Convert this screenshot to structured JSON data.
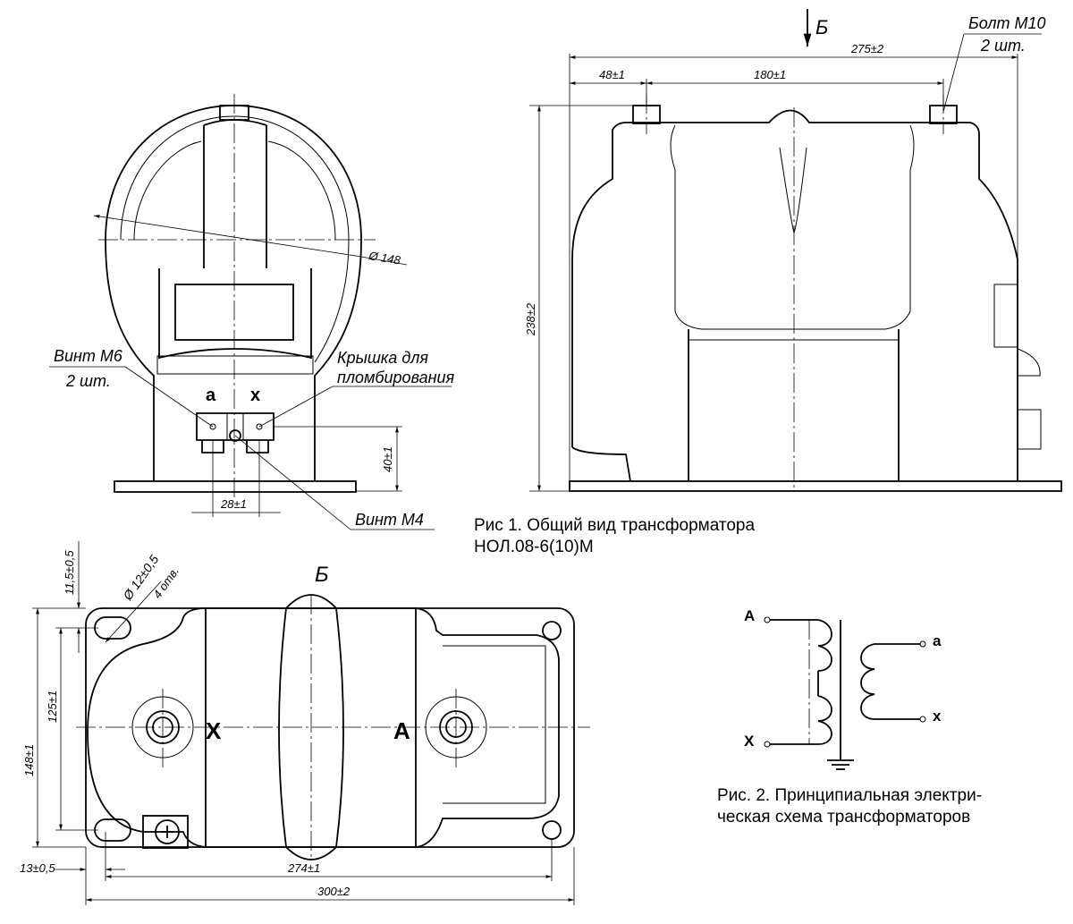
{
  "view_b_arrow_label": "Б",
  "view_b_title": "Б",
  "callouts": {
    "bolt": [
      "Болт М10",
      "2 шт."
    ],
    "screw_m6": [
      "Винт М6",
      "2 шт."
    ],
    "cover": [
      "Крышка для",
      "пломбирования"
    ],
    "screw_m4": "Винт М4",
    "diameter_148": "Ø 148",
    "holes": [
      "Ø 12±0,5",
      "4 отв."
    ]
  },
  "terminal_labels": {
    "a_small": "a",
    "x_small": "x",
    "X_big": "X",
    "A_big": "A"
  },
  "dimensions": {
    "d275": "275±2",
    "d48": "48±1",
    "d180": "180±1",
    "d238": "238±2",
    "d40": "40±1",
    "d28": "28±1",
    "d11_5": "11,5±0,5",
    "d125": "125±1",
    "d148": "148±1",
    "d13": "13±0,5",
    "d274": "274±1",
    "d300": "300±2"
  },
  "figure1_caption": [
    "Рис 1. Общий вид трансформатора",
    "НОЛ.08-6(10)М"
  ],
  "figure2_caption": [
    "Рис. 2. Принципиальная электри-",
    "ческая схема трансформаторов"
  ],
  "schematic_labels": {
    "A": "A",
    "X": "X",
    "a": "a",
    "x": "x"
  }
}
